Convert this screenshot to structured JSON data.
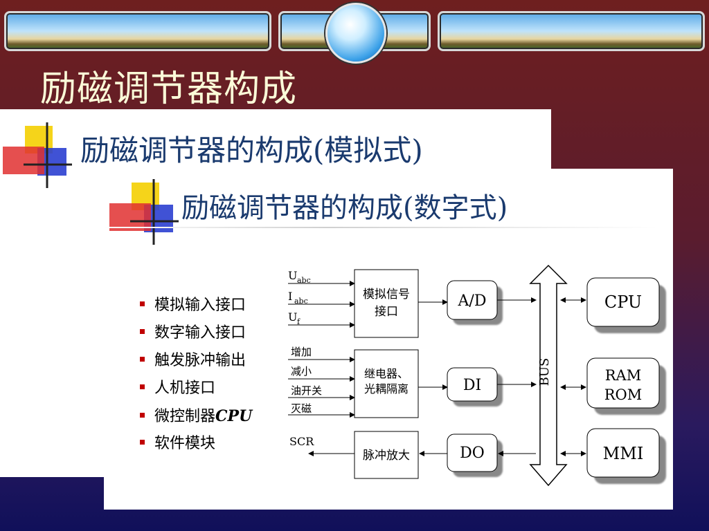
{
  "title": "励磁调节器构成",
  "back_slide": {
    "title": "励磁调节器的构成(模拟式)"
  },
  "front_slide": {
    "title": "励磁调节器的构成(数字式)",
    "bullets": [
      "模拟输入接口",
      "数字输入接口",
      "触发脉冲输出",
      "人机接口",
      "微控制器",
      "软件模块"
    ],
    "bullet_suffix_italic": "CPU",
    "diagram": {
      "inputs_analog": [
        "U",
        "I",
        "U"
      ],
      "inputs_analog_sub": [
        "abc",
        "abc",
        "f"
      ],
      "inputs_digital": [
        "增加",
        "减小",
        "油开关",
        "灭磁"
      ],
      "output_label": "SCR",
      "box_analog_if": [
        "模拟信号",
        "接口"
      ],
      "box_relay": [
        "继电器、",
        "光耦隔离"
      ],
      "box_pulse": "脉冲放大",
      "ad": "A/D",
      "di": "DI",
      "do": "DO",
      "bus": "BUS",
      "cpu": "CPU",
      "ram": "RAM",
      "rom": "ROM",
      "mmi": "MMI"
    }
  }
}
